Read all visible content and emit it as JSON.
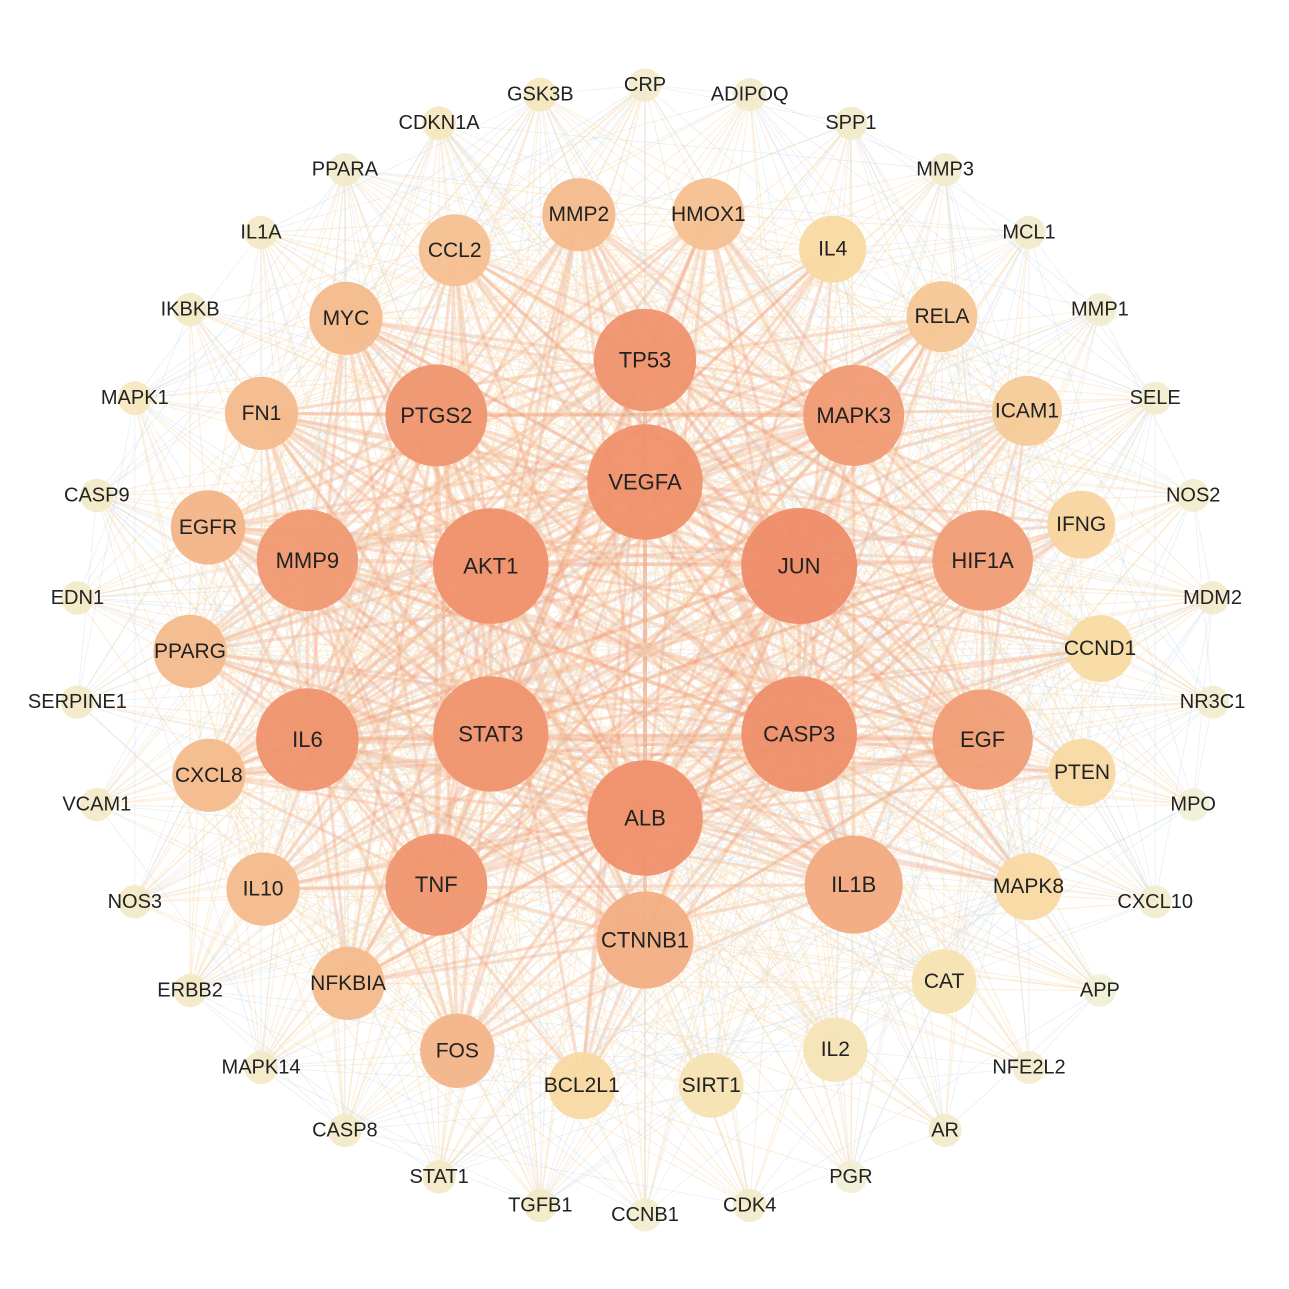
{
  "chart_data": {
    "type": "network",
    "colors": {
      "node_high": "#ee8c68",
      "node_mid": "#f3b488",
      "node_low": "#f9dfa6",
      "node_outer": "#eef2e0",
      "edge_strong": "#f0a07c",
      "edge_weak": "#f8d9b0",
      "edge_faint": "#c9dce8"
    },
    "rings": [
      {
        "name": "core",
        "nodes": [
          {
            "label": "TP53",
            "level": 0.92
          },
          {
            "label": "MAPK3",
            "level": 0.85
          },
          {
            "label": "HIF1A",
            "level": 0.83
          },
          {
            "label": "EGF",
            "level": 0.82
          },
          {
            "label": "IL1B",
            "level": 0.7
          },
          {
            "label": "CTNNB1",
            "level": 0.66
          },
          {
            "label": "TNF",
            "level": 0.9
          },
          {
            "label": "IL6",
            "level": 0.93
          },
          {
            "label": "MMP9",
            "level": 0.87
          },
          {
            "label": "PTGS2",
            "level": 0.9
          }
        ]
      },
      {
        "name": "inner",
        "nodes": [
          {
            "label": "VEGFA",
            "level": 0.95
          },
          {
            "label": "JUN",
            "level": 1.0
          },
          {
            "label": "CASP3",
            "level": 0.97
          },
          {
            "label": "ALB",
            "level": 0.96
          },
          {
            "label": "STAT3",
            "level": 0.93
          },
          {
            "label": "AKT1",
            "level": 0.96
          }
        ]
      },
      {
        "name": "middle",
        "nodes": [
          {
            "label": "HMOX1",
            "level": 0.5
          },
          {
            "label": "IL4",
            "level": 0.3
          },
          {
            "label": "RELA",
            "level": 0.45
          },
          {
            "label": "ICAM1",
            "level": 0.42
          },
          {
            "label": "IFNG",
            "level": 0.33
          },
          {
            "label": "CCND1",
            "level": 0.28
          },
          {
            "label": "PTEN",
            "level": 0.3
          },
          {
            "label": "MAPK8",
            "level": 0.3
          },
          {
            "label": "CAT",
            "level": 0.2
          },
          {
            "label": "IL2",
            "level": 0.18
          },
          {
            "label": "SIRT1",
            "level": 0.2
          },
          {
            "label": "BCL2L1",
            "level": 0.3
          },
          {
            "label": "FOS",
            "level": 0.6
          },
          {
            "label": "NFKBIA",
            "level": 0.55
          },
          {
            "label": "IL10",
            "level": 0.55
          },
          {
            "label": "CXCL8",
            "level": 0.55
          },
          {
            "label": "PPARG",
            "level": 0.55
          },
          {
            "label": "EGFR",
            "level": 0.6
          },
          {
            "label": "FN1",
            "level": 0.55
          },
          {
            "label": "MYC",
            "level": 0.55
          },
          {
            "label": "CCL2",
            "level": 0.5
          },
          {
            "label": "MMP2",
            "level": 0.55
          }
        ]
      },
      {
        "name": "outer",
        "nodes": [
          {
            "label": "CRP",
            "level": 0.1
          },
          {
            "label": "ADIPOQ",
            "level": 0.1
          },
          {
            "label": "SPP1",
            "level": 0.1
          },
          {
            "label": "MMP3",
            "level": 0.1
          },
          {
            "label": "MCL1",
            "level": 0.1
          },
          {
            "label": "MMP1",
            "level": 0.08
          },
          {
            "label": "SELE",
            "level": 0.08
          },
          {
            "label": "NOS2",
            "level": 0.08
          },
          {
            "label": "MDM2",
            "level": 0.1
          },
          {
            "label": "NR3C1",
            "level": 0.08
          },
          {
            "label": "MPO",
            "level": 0.05
          },
          {
            "label": "CXCL10",
            "level": 0.08
          },
          {
            "label": "APP",
            "level": 0.05
          },
          {
            "label": "NFE2L2",
            "level": 0.08
          },
          {
            "label": "AR",
            "level": 0.1
          },
          {
            "label": "PGR",
            "level": 0.05
          },
          {
            "label": "CDK4",
            "level": 0.1
          },
          {
            "label": "CCNB1",
            "level": 0.08
          },
          {
            "label": "TGFB1",
            "level": 0.12
          },
          {
            "label": "STAT1",
            "level": 0.12
          },
          {
            "label": "CASP8",
            "level": 0.12
          },
          {
            "label": "MAPK14",
            "level": 0.12
          },
          {
            "label": "ERBB2",
            "level": 0.12
          },
          {
            "label": "NOS3",
            "level": 0.12
          },
          {
            "label": "VCAM1",
            "level": 0.12
          },
          {
            "label": "SERPINE1",
            "level": 0.12
          },
          {
            "label": "EDN1",
            "level": 0.12
          },
          {
            "label": "CASP9",
            "level": 0.12
          },
          {
            "label": "MAPK1",
            "level": 0.15
          },
          {
            "label": "IKBKB",
            "level": 0.12
          },
          {
            "label": "IL1A",
            "level": 0.12
          },
          {
            "label": "PPARA",
            "level": 0.1
          },
          {
            "label": "CDKN1A",
            "level": 0.15
          },
          {
            "label": "GSK3B",
            "level": 0.15
          }
        ]
      }
    ]
  }
}
